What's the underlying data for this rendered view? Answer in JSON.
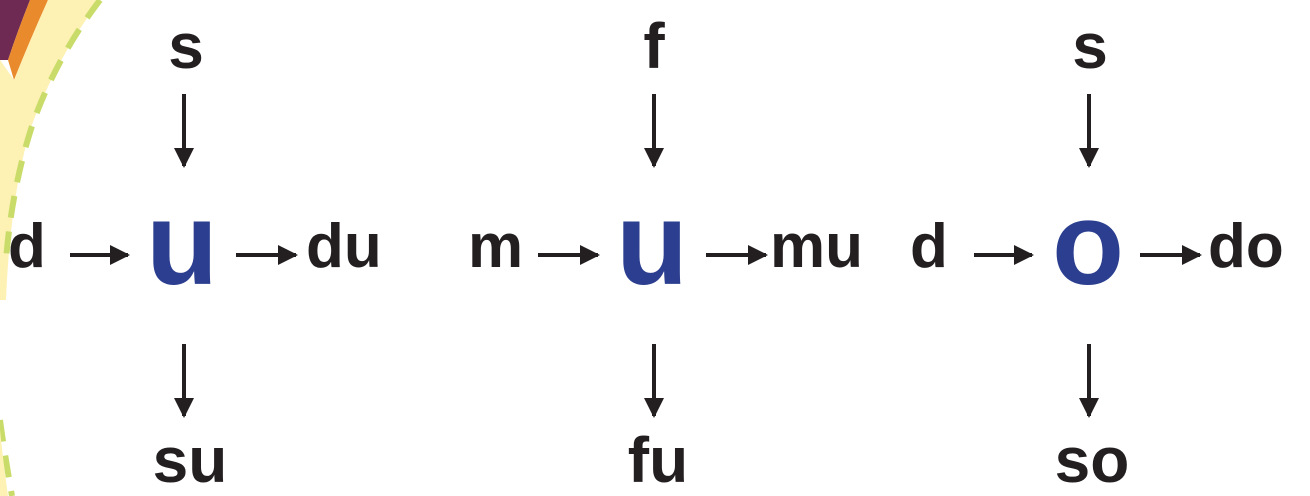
{
  "colors": {
    "text": "#231f20",
    "vowel": "#2b3e8f",
    "decoration_purple": "#6e2a52",
    "decoration_orange": "#e98a2c",
    "decoration_cream": "#fdf1b4",
    "decoration_green_dash": "#c9dc6a"
  },
  "groups": [
    {
      "top": "s",
      "left": "d",
      "vowel": "u",
      "right": "du",
      "bottom": "su"
    },
    {
      "top": "f",
      "left": "m",
      "vowel": "u",
      "right": "mu",
      "bottom": "fu"
    },
    {
      "top": "s",
      "left": "d",
      "vowel": "o",
      "right": "do",
      "bottom": "so"
    }
  ]
}
